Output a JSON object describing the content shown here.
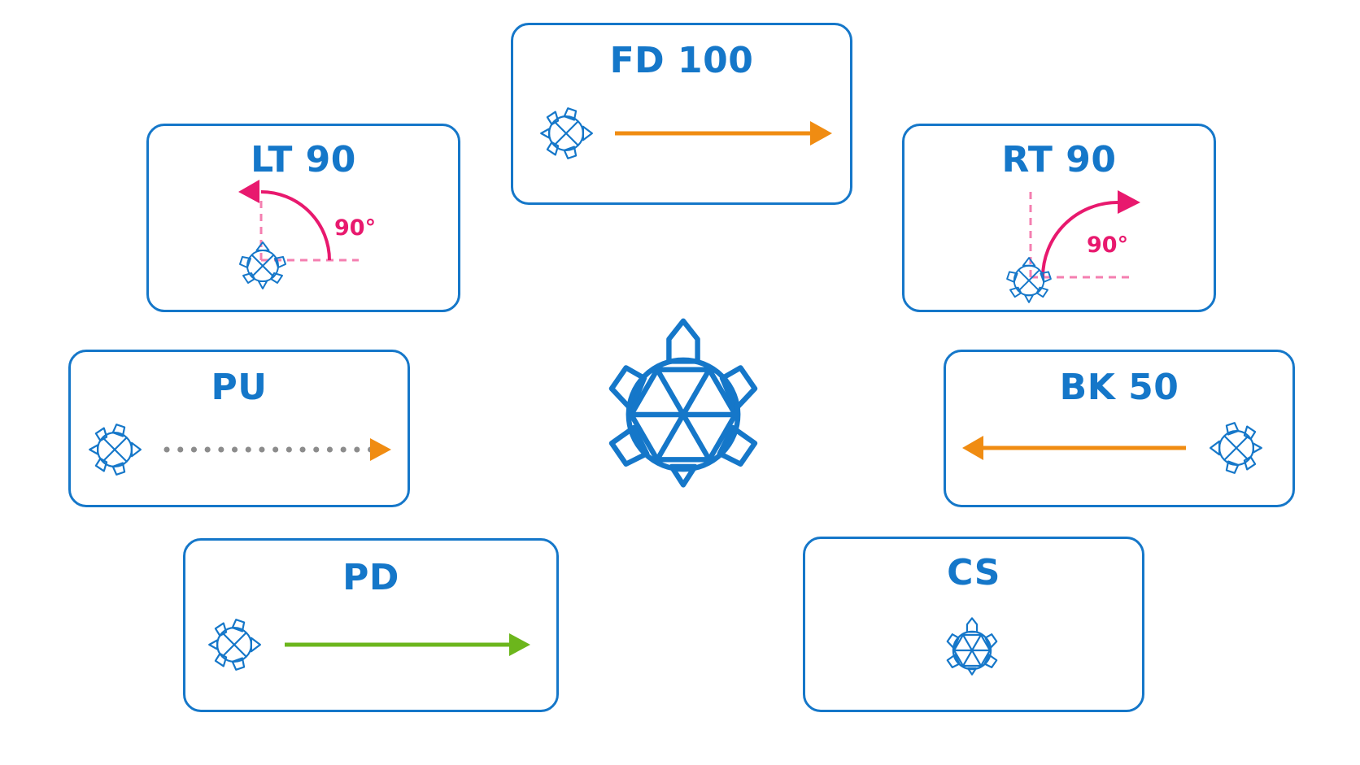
{
  "colors": {
    "primary": "#1577c9",
    "forward_arrow": "#f08c12",
    "turn": "#e8196e",
    "turn_guide": "#f47fb0",
    "pen_up_dots": "#8c8c8c",
    "pen_down": "#6cb61c",
    "background": "#ffffff"
  },
  "commands": {
    "fd": {
      "label": "FD 100"
    },
    "lt": {
      "label": "LT 90",
      "angle_label": "90°"
    },
    "rt": {
      "label": "RT 90",
      "angle_label": "90°"
    },
    "pu": {
      "label": "PU"
    },
    "bk": {
      "label": "BK 50"
    },
    "pd": {
      "label": "PD"
    },
    "cs": {
      "label": "CS"
    }
  },
  "icons": {
    "turtle": "turtle-icon",
    "center": "large-turtle-icon"
  }
}
